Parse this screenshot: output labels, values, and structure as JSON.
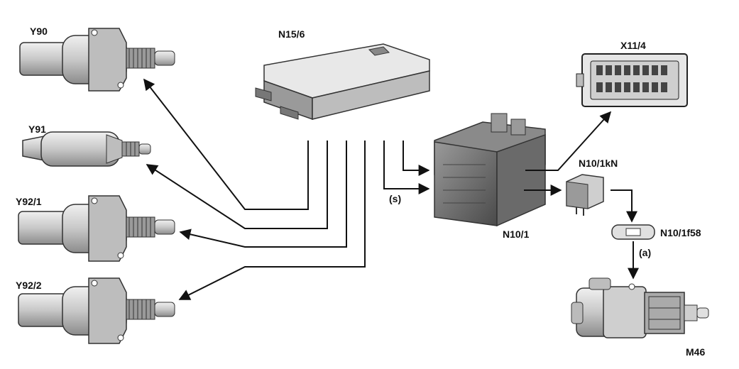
{
  "labels": {
    "y90": "Y90",
    "y91": "Y91",
    "y92_1": "Y92/1",
    "y92_2": "Y92/2",
    "n15_6": "N15/6",
    "n10_1": "N10/1",
    "n10_1kn": "N10/1kN",
    "n10_1f58": "N10/1f58",
    "x11_4": "X11/4",
    "m46": "M46",
    "s": "(s)",
    "a": "(a)"
  },
  "colors": {
    "line": "#111111",
    "component_fill": "#d2d2d2",
    "component_dark": "#8a8a8a",
    "connector_fill": "#e6e6e6"
  }
}
